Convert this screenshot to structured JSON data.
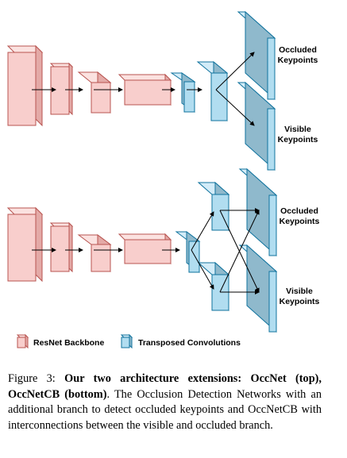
{
  "diagram": {
    "top": {
      "output_labels": [
        [
          "Occluded",
          "Keypoints"
        ],
        [
          "Visible",
          "Keypoints"
        ]
      ]
    },
    "bottom": {
      "output_labels": [
        [
          "Occluded",
          "Keypoints"
        ],
        [
          "Visible",
          "Keypoints"
        ]
      ]
    },
    "legend": {
      "resnet_label": "ResNet Backbone",
      "transposed_label": "Transposed Convolutions"
    },
    "colors": {
      "resnet_front": "#f8cecc",
      "resnet_top": "#fbe2e0",
      "resnet_side": "#e4aaa7",
      "resnet_stroke": "#b85450",
      "tconv_front": "#b1ddf0",
      "tconv_top": "#d3ecf8",
      "tconv_side": "#8fb9cc",
      "tconv_stroke": "#10739e"
    }
  },
  "caption": {
    "figure_label": "Figure 3:",
    "bold_text": "Our two architecture extensions: OccNet (top), OccNetCB (bottom)",
    "rest_text": ". The Occlusion Detection Networks with an additional branch to detect occluded keypoints and OccNetCB with interconnections between the visible and occluded branch."
  }
}
